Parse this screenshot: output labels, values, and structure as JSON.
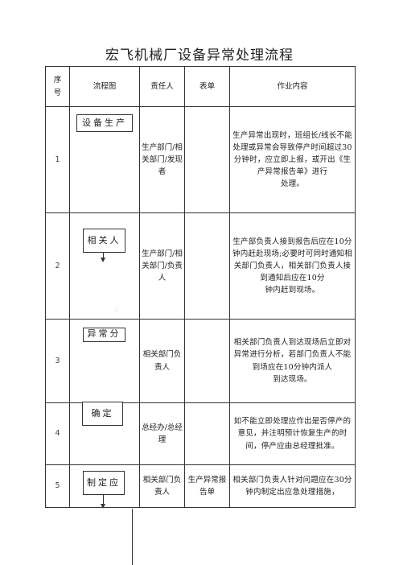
{
  "document": {
    "title": "宏飞机械厂设备异常处理流程",
    "headers": {
      "seq": "序号",
      "flow": "流程图",
      "resp": "责任人",
      "form": "表单",
      "work": "作业内容"
    },
    "rows": [
      {
        "seq": "1",
        "flow_box": "设备生产",
        "resp": "生产部门/相关部门/发现者",
        "form": "",
        "work": "生产异常出现时，班组长/线长不能处理或异常会导致停产时间超过30分钟时，应立即上报，或开出《生产异常报告单》进行",
        "work_last": "处理。"
      },
      {
        "seq": "2",
        "flow_box": "相关人",
        "resp": "生产部门/相关部门/负责人",
        "form": "",
        "work": "生产部负责人接到报告后应在10分钟内赶赴现场;必要时可同时通知相关部门负责人，相关部门负责人接到通知后应在10分",
        "work_last": "钟内赶到现场。"
      },
      {
        "seq": "3",
        "flow_box": "异常分",
        "resp": "相关部门负责人",
        "form": "",
        "work": "相关部门负责人到达现场后立即对异常进行分析，若部门负责人不能到场应在10分钟内派人",
        "work_last": "到达现场。"
      },
      {
        "seq": "4",
        "flow_box": "确定",
        "resp": "总经办/总经理",
        "form": "",
        "work": "如不能立即处理应作出是否停产的意见，并注明预计恢复生产的时间，停产应由总经理批准。",
        "work_last": ""
      },
      {
        "seq": "5",
        "flow_box": "制定应",
        "resp": "相关部门负责人",
        "form": "生产异常报告单",
        "work": "相关部门负责人针对问题应在30分钟内制定出应急处理措施，",
        "work_last": ""
      }
    ]
  }
}
